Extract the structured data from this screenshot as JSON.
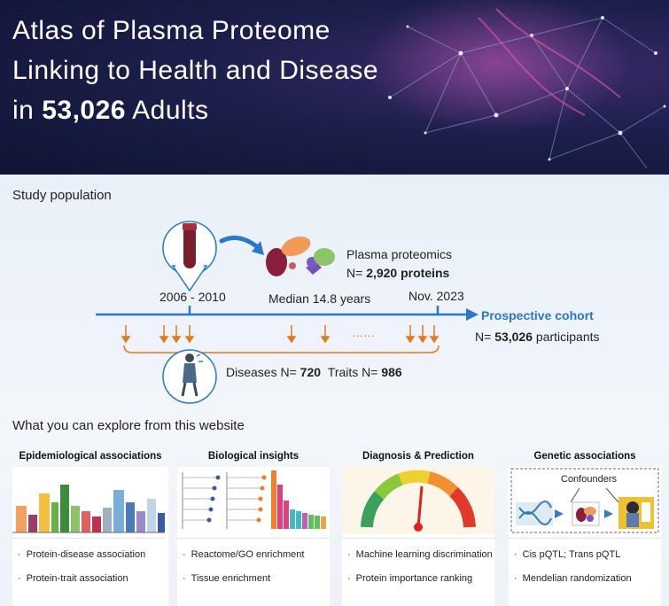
{
  "hero": {
    "title_line1": "Atlas of Plasma Proteome",
    "title_line2": "Linking to Health and Disease",
    "title_line3_prefix": "in",
    "title_line3_bold": "53,026",
    "title_line3_suffix": "Adults"
  },
  "study": {
    "section_title": "Study population",
    "start_years": "2006 - 2010",
    "end_date": "Nov. 2023",
    "median_followup": "Median 14.8 years",
    "proteomics_label": "Plasma proteomics",
    "proteins_prefix": "N=",
    "proteins_bold": "2,920 proteins",
    "cohort_label": "Prospective cohort",
    "participants_prefix": "N=",
    "participants_bold": "53,026",
    "participants_suffix": "participants",
    "diseases_prefix": "Diseases N=",
    "diseases_bold": "720",
    "traits_prefix": "Traits N=",
    "traits_bold": "986",
    "dots": "……"
  },
  "explore": {
    "section_title": "What you can explore from this website",
    "cards": [
      {
        "title": "Epidemiological associations",
        "items": [
          "Protein-disease association",
          "Protein-trait association"
        ]
      },
      {
        "title": "Biological insights",
        "items": [
          "Reactome/GO enrichment",
          "Tissue enrichment"
        ]
      },
      {
        "title": "Diagnosis & Prediction",
        "items": [
          "Machine learning discrimination",
          "Protein importance ranking"
        ]
      },
      {
        "title": "Genetic associations",
        "items": [
          "Cis pQTL; Trans pQTL",
          "Mendelian randomization"
        ],
        "diagram_label": "Confounders"
      }
    ]
  },
  "colors": {
    "accent_blue": "#2a78c5",
    "arrow_orange": "#e07a1f",
    "hero_bg": "#141a3c"
  }
}
